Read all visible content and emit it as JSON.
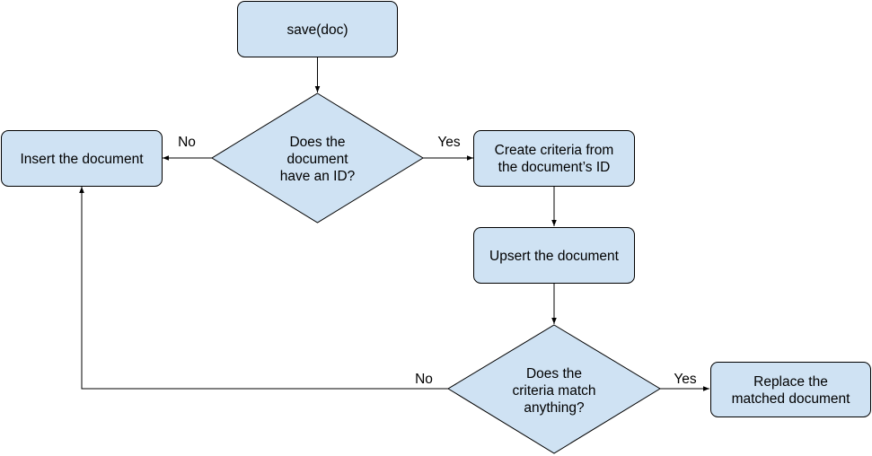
{
  "nodes": {
    "save": {
      "text": "save(doc)"
    },
    "has_id": {
      "lines": [
        "Does the",
        "document",
        "have an ID?"
      ]
    },
    "insert": {
      "text": "Insert the document"
    },
    "create_criteria": {
      "lines": [
        "Create criteria from",
        "the document’s ID"
      ]
    },
    "upsert": {
      "text": "Upsert the document"
    },
    "criteria_match": {
      "lines": [
        "Does the",
        "criteria match",
        "anything?"
      ]
    },
    "replace": {
      "lines": [
        "Replace the",
        "matched document"
      ]
    }
  },
  "edges": {
    "has_id_no": "No",
    "has_id_yes": "Yes",
    "match_no": "No",
    "match_yes": "Yes"
  },
  "colors": {
    "node_fill": "#cfe2f3",
    "stroke": "#000000"
  }
}
